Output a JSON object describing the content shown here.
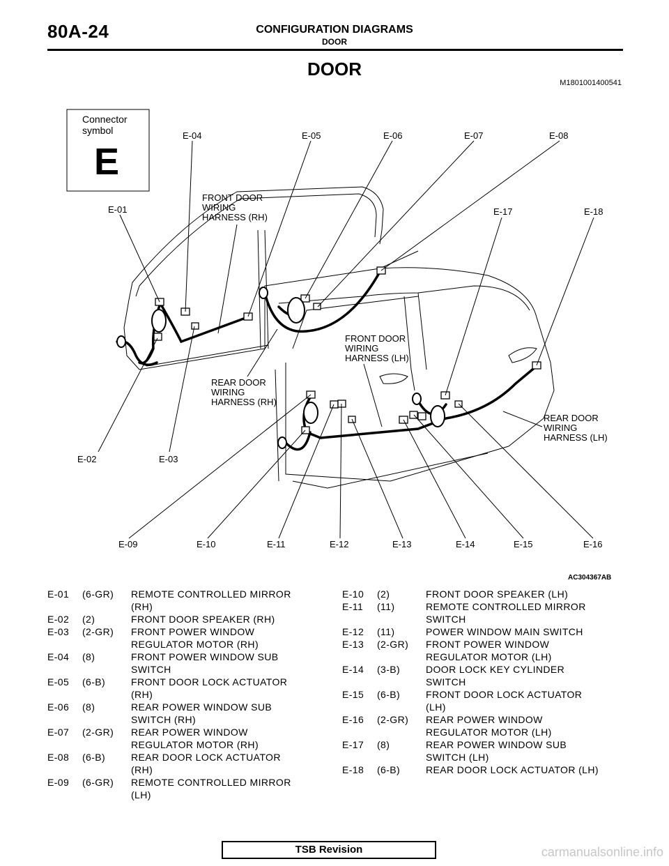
{
  "header": {
    "page_id": "80A-24",
    "title": "CONFIGURATION DIAGRAMS",
    "subtitle": "DOOR"
  },
  "section_title": "DOOR",
  "document_id": "M1801001400541",
  "diagram": {
    "legend_line1": "Connector",
    "legend_line2": "symbol",
    "legend_letter": "E",
    "figure_id": "AC304367AB",
    "connector_labels": {
      "e01": "E-01",
      "e02": "E-02",
      "e03": "E-03",
      "e04": "E-04",
      "e05": "E-05",
      "e06": "E-06",
      "e07": "E-07",
      "e08": "E-08",
      "e09": "E-09",
      "e10": "E-10",
      "e11": "E-11",
      "e12": "E-12",
      "e13": "E-13",
      "e14": "E-14",
      "e15": "E-15",
      "e16": "E-16",
      "e17": "E-17",
      "e18": "E-18"
    },
    "harness_labels": {
      "front_rh": [
        "FRONT DOOR",
        "WIRING",
        "HARNESS (RH)"
      ],
      "front_lh": [
        "FRONT DOOR",
        "WIRING",
        "HARNESS (LH)"
      ],
      "rear_rh": [
        "REAR DOOR",
        "WIRING",
        "HARNESS (RH)"
      ],
      "rear_lh": [
        "REAR DOOR",
        "WIRING",
        "HARNESS (LH)"
      ]
    }
  },
  "parts_left": [
    {
      "code": "E-01",
      "conn": "(6-GR)",
      "desc": "REMOTE CONTROLLED MIRROR\n(RH)"
    },
    {
      "code": "E-02",
      "conn": "(2)",
      "desc": "FRONT DOOR SPEAKER (RH)"
    },
    {
      "code": "E-03",
      "conn": "(2-GR)",
      "desc": "FRONT POWER WINDOW\nREGULATOR MOTOR (RH)"
    },
    {
      "code": "E-04",
      "conn": "(8)",
      "desc": "FRONT POWER WINDOW SUB\nSWITCH"
    },
    {
      "code": "E-05",
      "conn": "(6-B)",
      "desc": "FRONT DOOR LOCK ACTUATOR\n(RH)"
    },
    {
      "code": "E-06",
      "conn": "(8)",
      "desc": "REAR POWER WINDOW SUB\nSWITCH (RH)"
    },
    {
      "code": "E-07",
      "conn": "(2-GR)",
      "desc": "REAR POWER WINDOW\nREGULATOR MOTOR (RH)"
    },
    {
      "code": "E-08",
      "conn": "(6-B)",
      "desc": "REAR DOOR LOCK ACTUATOR\n(RH)"
    },
    {
      "code": "E-09",
      "conn": "(6-GR)",
      "desc": "REMOTE CONTROLLED MIRROR\n(LH)"
    }
  ],
  "parts_right": [
    {
      "code": "E-10",
      "conn": "(2)",
      "desc": "FRONT DOOR SPEAKER (LH)"
    },
    {
      "code": "E-11",
      "conn": "(11)",
      "desc": "REMOTE CONTROLLED MIRROR\nSWITCH"
    },
    {
      "code": "E-12",
      "conn": "(11)",
      "desc": "POWER WINDOW MAIN SWITCH"
    },
    {
      "code": "E-13",
      "conn": "(2-GR)",
      "desc": "FRONT POWER WINDOW\nREGULATOR MOTOR (LH)"
    },
    {
      "code": "E-14",
      "conn": "(3-B)",
      "desc": "DOOR LOCK KEY CYLINDER\nSWITCH"
    },
    {
      "code": "E-15",
      "conn": "(6-B)",
      "desc": "FRONT DOOR LOCK ACTUATOR\n(LH)"
    },
    {
      "code": "E-16",
      "conn": "(2-GR)",
      "desc": "REAR POWER WINDOW\nREGULATOR MOTOR (LH)"
    },
    {
      "code": "E-17",
      "conn": "(8)",
      "desc": "REAR POWER WINDOW SUB\nSWITCH (LH)"
    },
    {
      "code": "E-18",
      "conn": "(6-B)",
      "desc": "REAR DOOR LOCK ACTUATOR (LH)"
    }
  ],
  "footer": {
    "revision_label": "TSB Revision",
    "watermark": "carmanualsonline.info"
  }
}
